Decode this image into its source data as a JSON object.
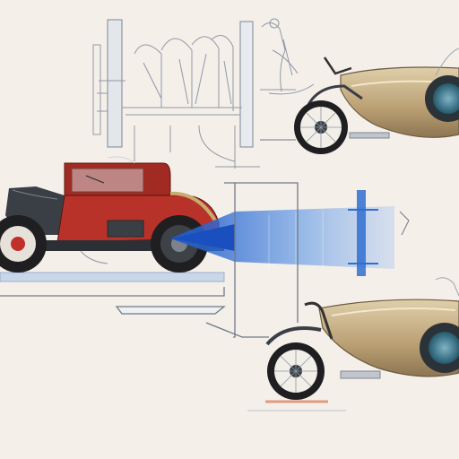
{
  "artwork": {
    "kind": "illustration",
    "palette": {
      "paper": "#f5efea",
      "ink": "#5a6470",
      "sketch": "#9aa4b0",
      "red_body": "#b8322a",
      "dark_body": "#3a3f45",
      "brass": "#c9ab6e",
      "sidecar_tan": "#c7b089",
      "sidecar_shadow": "#8c7552",
      "blue_beam": "#2f6fd0",
      "blue_light": "#9cc0f0",
      "tire": "#1f1f22",
      "hub_teal": "#2f6f86"
    },
    "subjects": [
      "sketch-engine-rig",
      "motorcycle-sidecar-top",
      "vintage-red-car",
      "blue-light-beam",
      "motorcycle-sidecar-bottom"
    ]
  }
}
